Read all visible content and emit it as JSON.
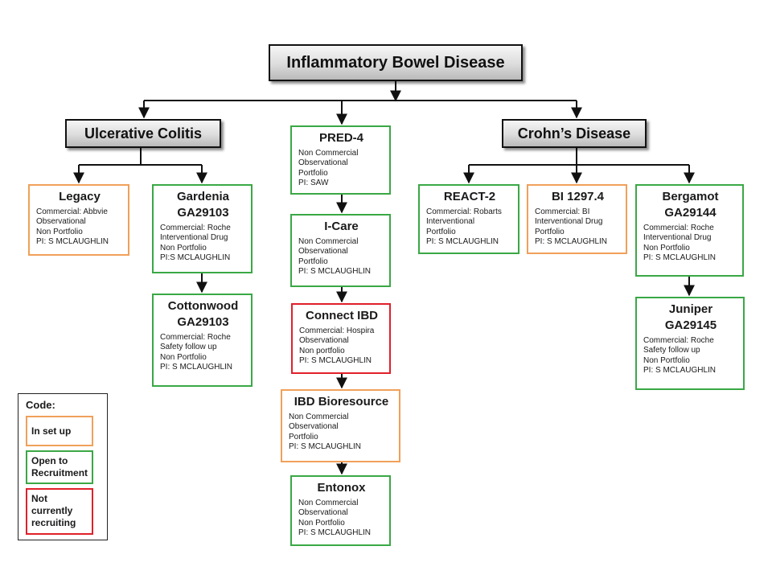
{
  "diagram": {
    "root": "Inflammatory Bowel Disease",
    "ulcerative_colitis": "Ulcerative Colitis",
    "crohns_disease": "Crohn’s Disease",
    "studies": {
      "legacy": {
        "title": "Legacy",
        "status": "in-set-up",
        "details": [
          "Commercial: Abbvie",
          "Observational",
          "Non Portfolio",
          "PI: S MCLAUGHLIN"
        ]
      },
      "gardenia": {
        "title": "Gardenia\nGA29103",
        "status": "open",
        "details": [
          "Commercial: Roche",
          "Interventional Drug",
          "Non Portfolio",
          "PI:S MCLAUGHLIN"
        ]
      },
      "cottonwood": {
        "title": "Cottonwood\nGA29103",
        "status": "open",
        "details": [
          "Commercial: Roche",
          "Safety follow up",
          "Non Portfolio",
          "PI: S MCLAUGHLIN"
        ]
      },
      "pred4": {
        "title": "PRED-4",
        "status": "open",
        "details": [
          "Non Commercial",
          "Observational",
          "Portfolio",
          "PI: SAW"
        ]
      },
      "icare": {
        "title": "I-Care",
        "status": "open",
        "details": [
          "Non Commercial",
          "Observational",
          "Portfolio",
          "PI: S MCLAUGHLIN"
        ]
      },
      "connect": {
        "title": "Connect IBD",
        "status": "not-recruiting",
        "details": [
          "Commercial: Hospira",
          "Observational",
          "Non portfolio",
          "PI: S MCLAUGHLIN"
        ]
      },
      "bioresource": {
        "title": "IBD Bioresource",
        "status": "in-set-up",
        "details": [
          "Non Commercial",
          "Observational",
          "Portfolio",
          "PI: S MCLAUGHLIN"
        ]
      },
      "entonox": {
        "title": "Entonox",
        "status": "open",
        "details": [
          "Non Commercial",
          "Observational",
          "Non Portfolio",
          "PI: S MCLAUGHLIN"
        ]
      },
      "react2": {
        "title": "REACT-2",
        "status": "open",
        "details": [
          "Commercial: Robarts",
          "Interventional",
          "Portfolio",
          "PI: S MCLAUGHLIN"
        ]
      },
      "bi1297": {
        "title": "BI 1297.4",
        "status": "in-set-up",
        "details": [
          "Commercial: BI",
          "Interventional Drug",
          "Portfolio",
          "PI: S MCLAUGHLIN"
        ]
      },
      "bergamot": {
        "title": "Bergamot\nGA29144",
        "status": "open",
        "details": [
          "Commercial: Roche",
          "Interventional Drug",
          "Non Portfolio",
          "PI: S MCLAUGHLIN"
        ]
      },
      "juniper": {
        "title": "Juniper\nGA29145",
        "status": "open",
        "details": [
          "Commercial: Roche",
          "Safety follow up",
          "Non Portfolio",
          "PI: S MCLAUGHLIN"
        ]
      }
    }
  },
  "legend": {
    "title": "Code:",
    "items": [
      {
        "label": "In set up",
        "color": "#f0a05a"
      },
      {
        "label": "Open to\nRecruitment",
        "color": "#3aa845"
      },
      {
        "label": "Not\ncurrently\nrecruiting",
        "color": "#e0202a"
      }
    ]
  },
  "colors": {
    "in-set-up": "#f0a05a",
    "open": "#3aa845",
    "not-recruiting": "#e0202a",
    "connector": "#111111"
  }
}
